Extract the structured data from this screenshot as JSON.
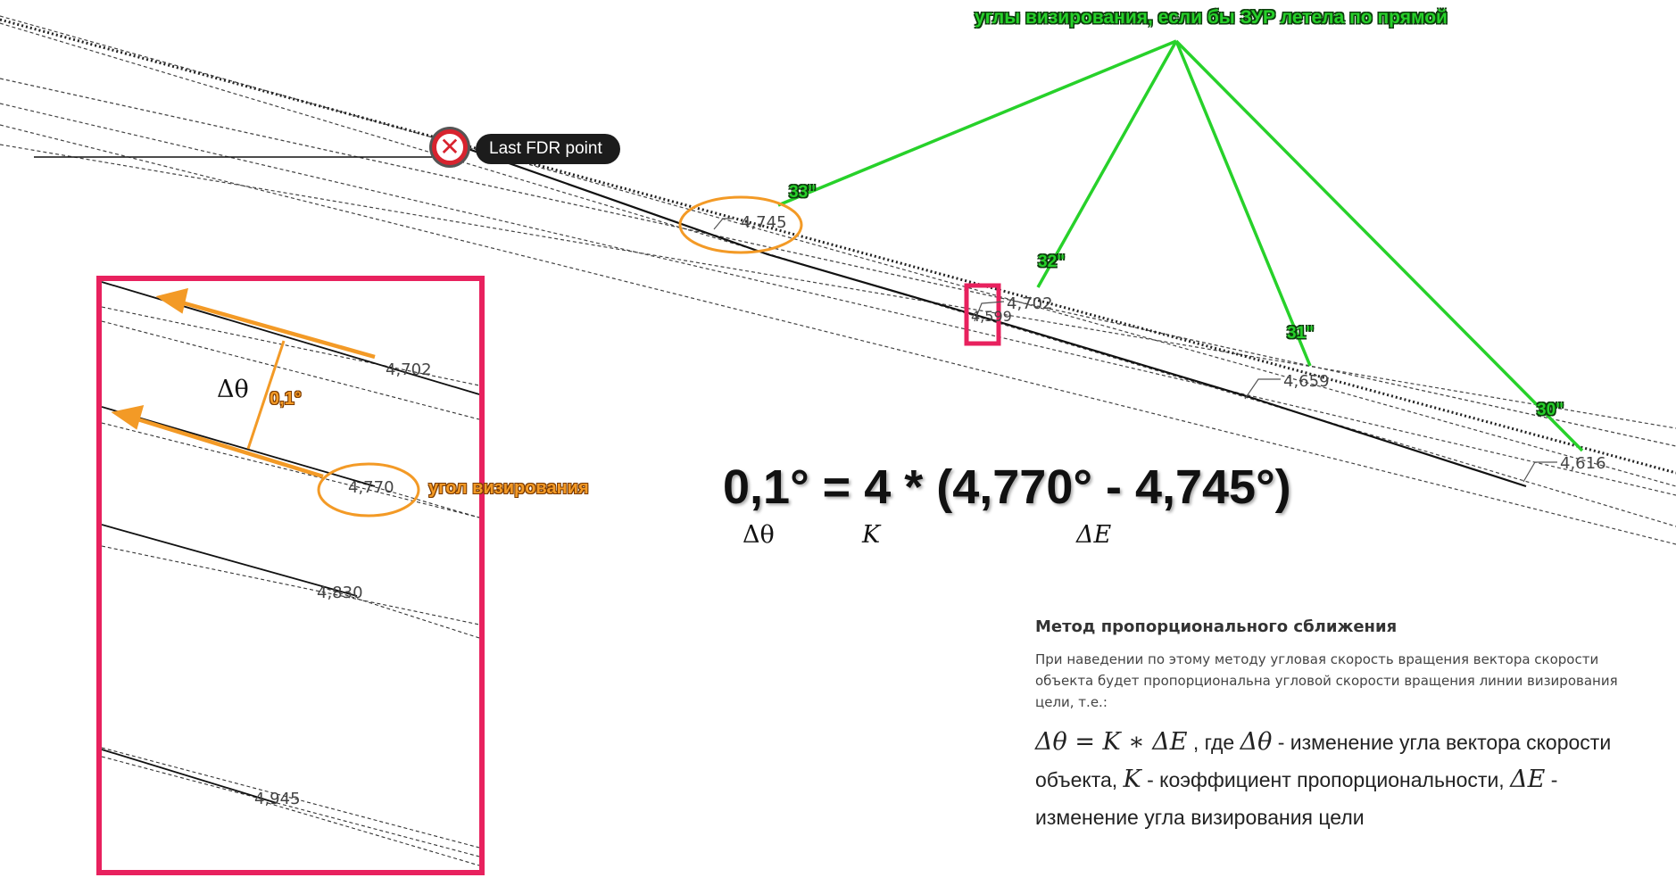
{
  "top_annotation": "углы визирования, если бы ЗУР летела по прямой",
  "last_point_label": "Last FDR point",
  "close_mark_icon": "close-x-icon",
  "angle_tags": [
    "33\"",
    "32\"",
    "31\"",
    "30\""
  ],
  "main_values": [
    "4,745",
    "4,702",
    "4,659",
    "4,616",
    "4,599"
  ],
  "inset": {
    "values": [
      "4,702",
      "4,770",
      "4,830",
      "4,945"
    ],
    "delta_symbol": "Δθ",
    "delta_value": "0,1°",
    "sight_angle_label": "угол визирования"
  },
  "formula": {
    "equation": "0,1° = 4 * (4,770° - 4,745°)",
    "sub_delta_theta": "Δθ",
    "sub_k": "K",
    "sub_delta_e": "ΔE"
  },
  "method": {
    "title": "Метод пропорционального сближения",
    "intro": "При наведении по этому методу угловая скорость вращения вектора скорости объекта будет пропорциональна угловой скорости вращения линии визирования цели, т.е.:",
    "eq_lhs": "Δθ = K ∗ ΔE",
    "where": ", где",
    "sym_theta": "Δθ",
    "desc_theta": "- изменение угла вектора скорости объекта,",
    "sym_k": "K",
    "desc_k": "- коэффициент пропорциональности,",
    "sym_e": "ΔE",
    "desc_e": "- изменение угла визирования цели"
  },
  "colors": {
    "green": "#27d12a",
    "orange": "#f39a26",
    "frame": "#e8215e",
    "close_red": "#d8232e"
  }
}
